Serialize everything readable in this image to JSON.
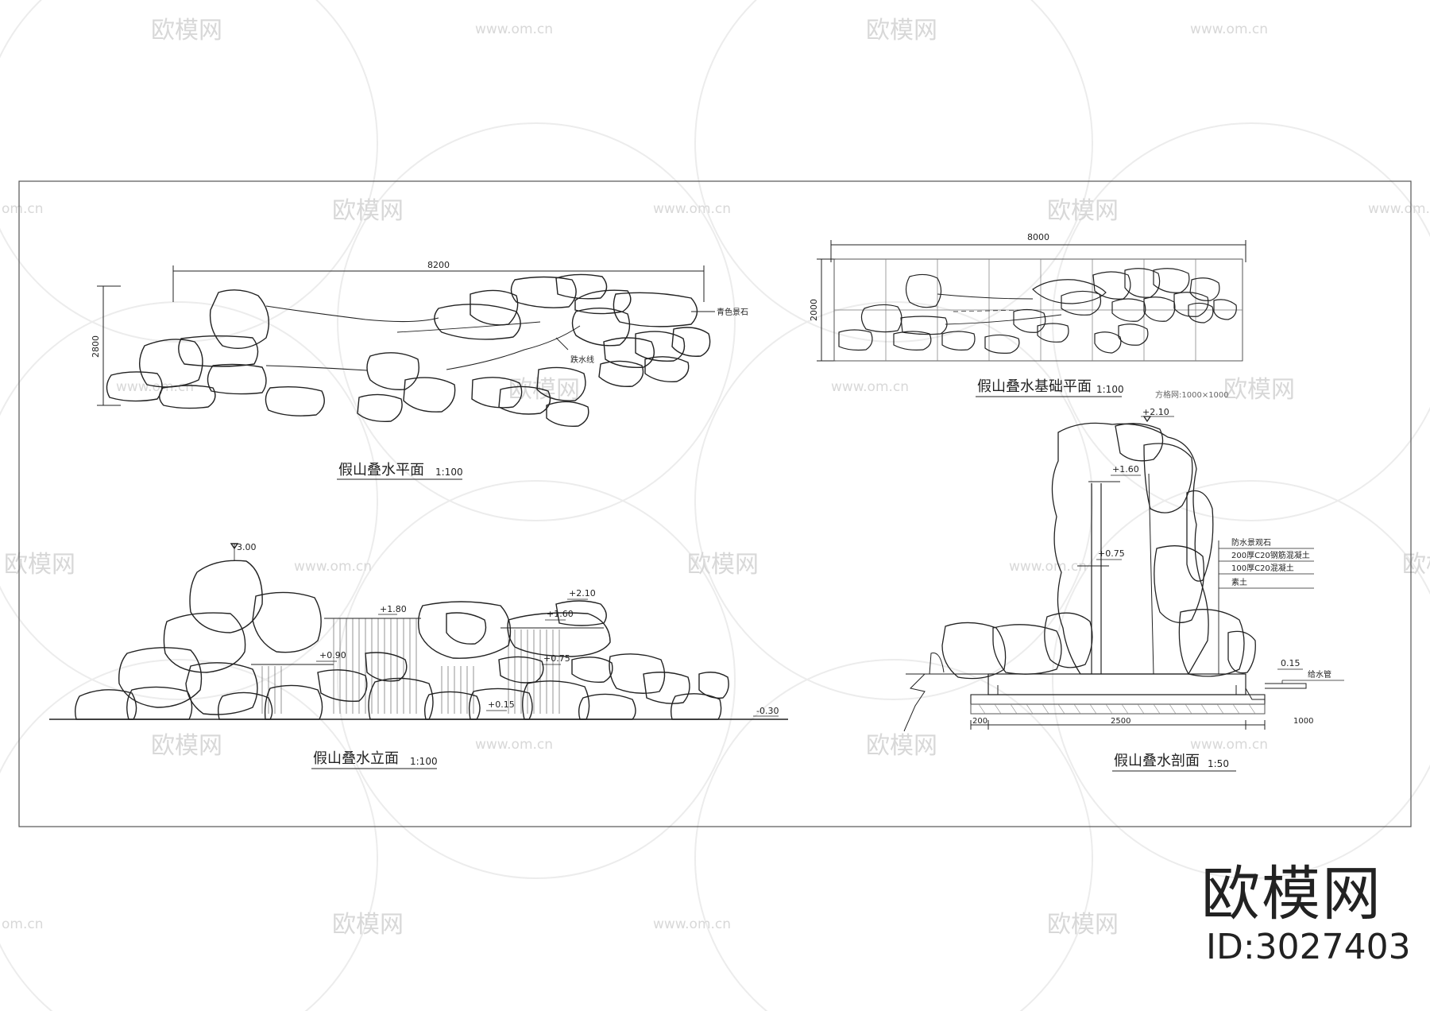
{
  "plan": {
    "title": "假山叠水平面",
    "scale": "1:100",
    "dim_width": "8200",
    "dim_height": "2800",
    "label_stone": "青色景石",
    "label_water": "跌水线"
  },
  "foundation": {
    "title": "假山叠水基础平面",
    "scale": "1:100",
    "dim_width": "8000",
    "dim_height": "2000",
    "grid_note": "方格网:1000×1000"
  },
  "elevation": {
    "title": "假山叠水立面",
    "scale": "1:100",
    "levels": {
      "l300": "3.00",
      "l210": "+2.10",
      "l180": "+1.80",
      "l160": "+1.60",
      "l090": "+0.90",
      "l075": "+0.75",
      "l015": "+0.15",
      "lm030": "-0.30"
    }
  },
  "section": {
    "title": "假山叠水剖面",
    "scale": "1:50",
    "levels": {
      "l210": "+2.10",
      "l160": "+1.60",
      "l075": "+0.75",
      "l015": "0.15"
    },
    "notes": {
      "n1": "防水景观石",
      "n2": "200厚C20钢筋混凝土",
      "n3": "100厚C20混凝土",
      "n4": "素土"
    },
    "pipe_label": "给水管",
    "dims": {
      "d1": "200",
      "d2": "2500",
      "d3": "1000"
    }
  },
  "watermark": {
    "brand_text": "欧模网",
    "site": "www.om.cn",
    "site_short": "om.cn"
  },
  "brand": {
    "name": "欧模网",
    "id": "ID:3027403"
  }
}
